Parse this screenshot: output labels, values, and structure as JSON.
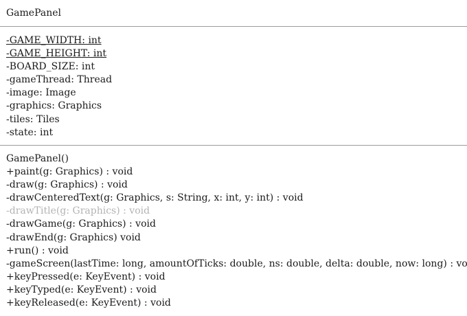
{
  "class_name": "GamePanel",
  "attributes": [
    {
      "text": "-GAME_WIDTH: int",
      "static": true
    },
    {
      "text": "-GAME_HEIGHT: int",
      "static": true
    },
    {
      "text": "-BOARD_SIZE: int",
      "static": false
    },
    {
      "text": "-gameThread: Thread",
      "static": false
    },
    {
      "text": "-image: Image",
      "static": false
    },
    {
      "text": "-graphics: Graphics",
      "static": false
    },
    {
      "text": "-tiles: Tiles",
      "static": false
    },
    {
      "text": "-state: int",
      "static": false
    }
  ],
  "methods": [
    {
      "text": "GamePanel()",
      "greyed": false
    },
    {
      "text": "+paint(g: Graphics) : void",
      "greyed": false
    },
    {
      "text": "-draw(g: Graphics) : void",
      "greyed": false
    },
    {
      "text": "-drawCenteredText(g: Graphics, s: String, x: int, y: int) : void",
      "greyed": false
    },
    {
      "text": "-drawTitle(g: Graphics) : void",
      "greyed": true
    },
    {
      "text": "-drawGame(g: Graphics) : void",
      "greyed": false
    },
    {
      "text": "-drawEnd(g: Graphics) void",
      "greyed": false
    },
    {
      "text": "+run() : void",
      "greyed": false
    },
    {
      "text": "-gameScreen(lastTime: long, amountOfTicks: double, ns: double, delta: double, now: long) : void",
      "greyed": false
    },
    {
      "text": "+keyPressed(e: KeyEvent) : void",
      "greyed": false
    },
    {
      "text": "+keyTyped(e: KeyEvent) : void",
      "greyed": false
    },
    {
      "text": "+keyReleased(e: KeyEvent) : void",
      "greyed": false
    }
  ],
  "colors": {
    "text": "#1a1a1a",
    "greyed_text": "#b3b3b3",
    "divider": "#9a9a9a"
  }
}
